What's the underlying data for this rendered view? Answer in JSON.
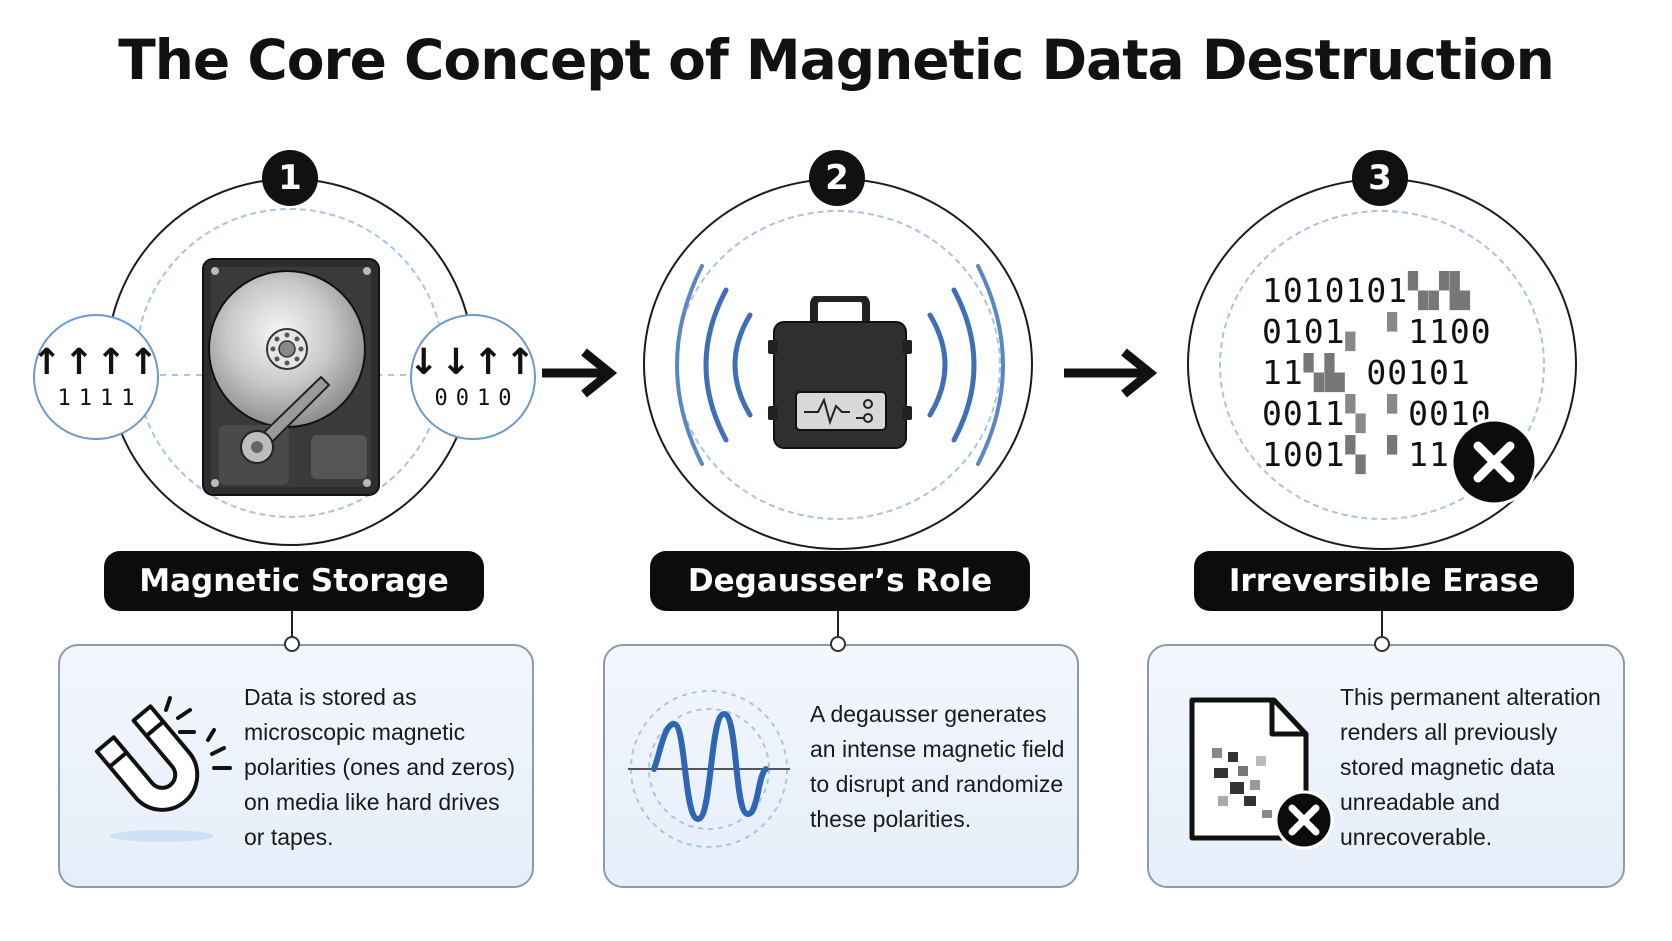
{
  "title": "The Core Concept of Magnetic Data Destruction",
  "steps": [
    {
      "number": "1",
      "label": "Magnetic Storage",
      "description_lines": [
        "Data is stored as",
        "microscopic magnetic",
        "polarities (ones and zeros)",
        "on media like hard drives",
        "or tapes."
      ],
      "left_bubble": {
        "arrows": "↑↑↑↑",
        "bits": "1111"
      },
      "right_bubble": {
        "arrows": "↓↓↑↑",
        "bits": "0010"
      },
      "icons": [
        "hard-drive-icon",
        "magnet-icon"
      ]
    },
    {
      "number": "2",
      "label": "Degausser’s Role",
      "description_lines": [
        "A degausser generates",
        "an intense magnetic field",
        "to disrupt and randomize",
        "these polarities."
      ],
      "icons": [
        "degausser-device-icon",
        "waveform-icon"
      ]
    },
    {
      "number": "3",
      "label": "Irreversible Erase",
      "description_lines": [
        "This permanent alteration",
        "renders all previously",
        "stored magnetic data",
        "unreadable and",
        "unrecoverable."
      ],
      "binary_lines": [
        "1010101",
        "0101",
        "11",
        "0011",
        "1001"
      ],
      "binary_tails": [
        "",
        "1100",
        "00101",
        "0010",
        "11"
      ],
      "icons": [
        "corrupted-data-icon",
        "close-icon",
        "corrupted-file-icon"
      ]
    }
  ],
  "colors": {
    "accent_blue": "#3f6fb5",
    "light_blue": "#a9c4e6",
    "card_bg": "#eaf1fa",
    "dark": "#0c0c0c"
  }
}
